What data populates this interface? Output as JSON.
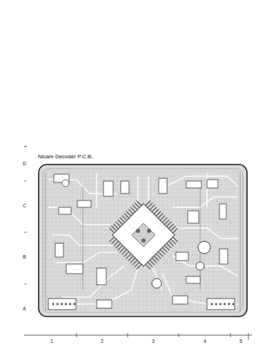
{
  "diagram": {
    "title": "Nicam Decoder P.C.B.",
    "labels": [
      "D",
      "C",
      "B",
      "A",
      "1",
      "2",
      "3",
      "4",
      "5"
    ]
  }
}
